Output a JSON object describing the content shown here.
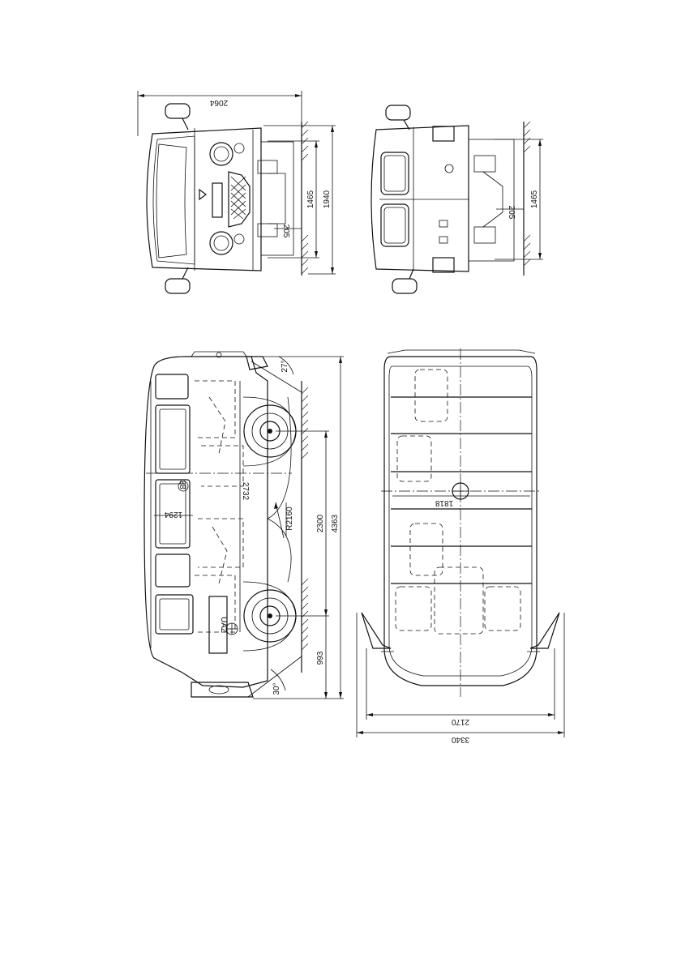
{
  "dimensions": {
    "overall_width": "2064",
    "front_track": "1465",
    "height": "1940",
    "ground_clearance_front": "205",
    "rear_track": "1465",
    "ground_clearance_rear": "205",
    "approach_angle": "27°",
    "departure_angle": "30°",
    "wheelbase": "2300",
    "overall_length": "4363",
    "rear_overhang": "993",
    "turning_radius": "R2160",
    "interior_length": "2732",
    "window_width": "1294",
    "small_label": "38",
    "roof_inner_width": "1818",
    "width_doors_open": "2170",
    "width_overall_doors": "3340"
  },
  "badge_text": "UAZ"
}
